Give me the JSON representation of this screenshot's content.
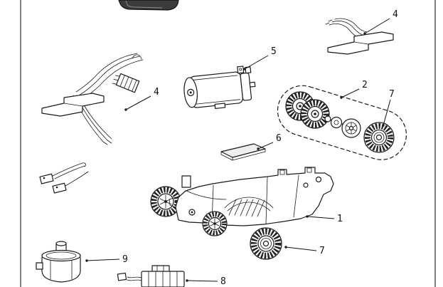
{
  "figure": {
    "kind": "exploded parts diagram",
    "background_color": "#ffffff",
    "line_color": "#1a1a1a"
  },
  "callouts": [
    {
      "label": "4"
    },
    {
      "label": "5"
    },
    {
      "label": "4"
    },
    {
      "label": "2"
    },
    {
      "label": "7"
    },
    {
      "label": "6"
    },
    {
      "label": "1"
    },
    {
      "label": "7"
    },
    {
      "label": "9"
    },
    {
      "label": "8"
    }
  ]
}
